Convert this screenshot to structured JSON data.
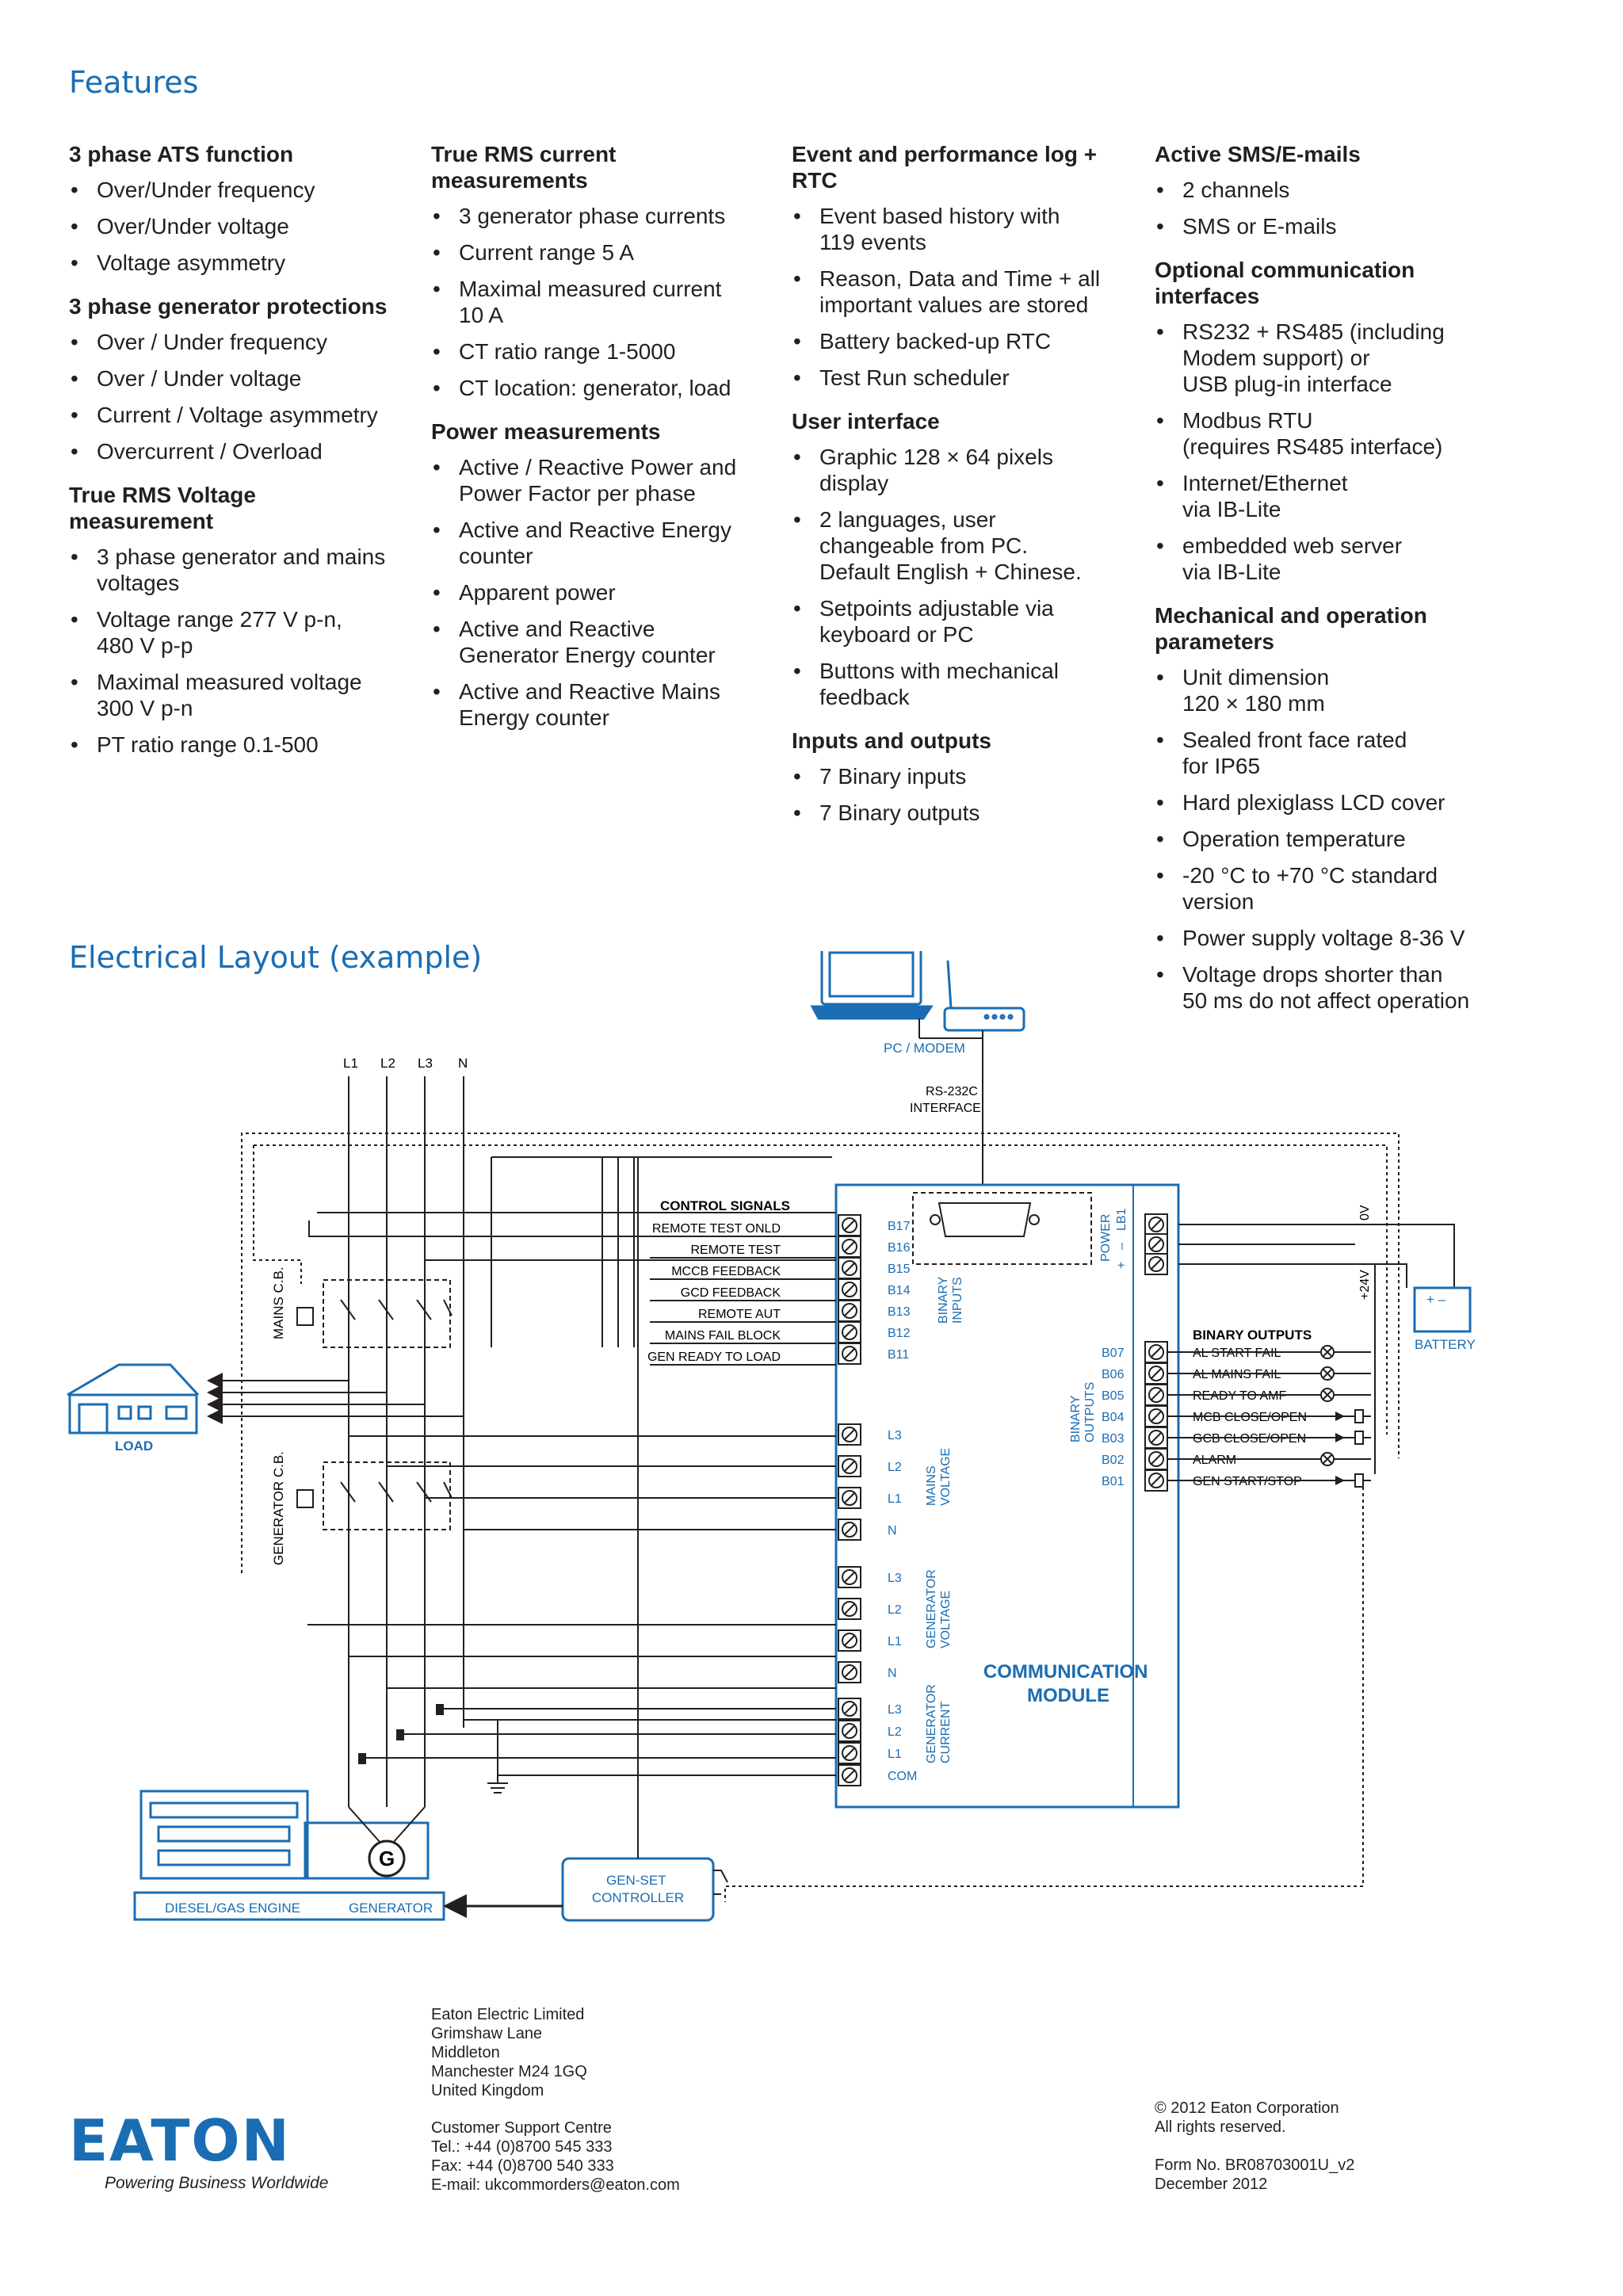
{
  "features_title": "Features",
  "columns": [
    [
      {
        "title": "3 phase ATS function",
        "items": [
          "Over/Under frequency",
          "Over/Under voltage",
          "Voltage asymmetry"
        ]
      },
      {
        "title": "3 phase generator protections",
        "items": [
          "Over / Under frequency",
          "Over / Under voltage",
          "Current / Voltage asymmetry",
          "Overcurrent / Overload"
        ]
      },
      {
        "title": "True RMS Voltage\nmeasurement",
        "items": [
          "3 phase generator and mains\nvoltages",
          "Voltage range 277 V p-n,\n480 V p-p",
          "Maximal measured voltage\n300 V p-n",
          "PT ratio range 0.1-500"
        ]
      }
    ],
    [
      {
        "title": "True RMS current\nmeasurements",
        "items": [
          "3 generator phase currents",
          "Current range 5 A",
          "Maximal measured current\n10 A",
          "CT ratio range 1-5000",
          "CT location: generator, load"
        ]
      },
      {
        "title": "Power measurements",
        "items": [
          "Active / Reactive Power and\nPower Factor per phase",
          "Active and Reactive Energy\ncounter",
          "Apparent power",
          "Active and Reactive\nGenerator Energy counter",
          "Active and Reactive Mains\nEnergy counter"
        ]
      }
    ],
    [
      {
        "title": "Event and performance log +\nRTC",
        "items": [
          "Event based history with\n119 events",
          "Reason, Data and Time + all\nimportant values are stored",
          "Battery backed-up RTC",
          "Test Run scheduler"
        ]
      },
      {
        "title": "User interface",
        "items": [
          "Graphic 128 × 64 pixels\ndisplay",
          "2 languages, user\nchangeable from PC.\nDefault English + Chinese.",
          "Setpoints adjustable via\nkeyboard or PC",
          "Buttons with mechanical\nfeedback"
        ]
      },
      {
        "title": "Inputs and outputs",
        "items": [
          "7 Binary inputs",
          "7 Binary outputs"
        ]
      }
    ],
    [
      {
        "title": "Active SMS/E-mails",
        "items": [
          "2 channels",
          "SMS or E-mails"
        ]
      },
      {
        "title": "Optional communication\ninterfaces",
        "items": [
          "RS232 + RS485 (including\nModem support) or\nUSB plug-in interface",
          "Modbus RTU\n(requires RS485 interface)",
          "Internet/Ethernet\nvia IB-Lite",
          "embedded web server\nvia IB-Lite"
        ]
      },
      {
        "title": "Mechanical and operation\nparameters",
        "items": [
          "Unit dimension\n120 × 180 mm",
          "Sealed front face rated\nfor IP65",
          "Hard plexiglass LCD cover",
          "Operation temperature",
          "-20 °C to +70 °C standard\nversion",
          "Power supply voltage 8-36 V",
          "Voltage drops shorter than\n50 ms do not affect operation"
        ]
      }
    ]
  ],
  "layout_title": "Electrical Layout (example)",
  "diagram": {
    "pc_modem": "PC / MODEM",
    "rs232_line1": "RS-232C",
    "rs232_line2": "INTERFACE",
    "phases": [
      "L1",
      "L2",
      "L3",
      "N"
    ],
    "control_signals_title": "CONTROL SIGNALS",
    "control_signals": [
      "REMOTE TEST ONLD",
      "REMOTE TEST",
      "MCCB FEEDBACK",
      "GCD FEEDBACK",
      "REMOTE AUT",
      "MAINS FAIL BLOCK",
      "GEN READY TO LOAD"
    ],
    "input_terminals": [
      "B17",
      "B16",
      "B15",
      "B14",
      "B13",
      "B12",
      "B11"
    ],
    "binary_inputs_label": "BINARY INPUTS",
    "power_label": "POWER",
    "power_terminals": [
      "LB1",
      "–",
      "+"
    ],
    "zero_v": "0V",
    "plus24v": "+24V",
    "battery": "BATTERY",
    "battery_terminals": "+ –",
    "binary_outputs_title": "BINARY OUTPUTS",
    "binary_outputs_label": "BINARY OUTPUTS",
    "output_terminals": [
      "B07",
      "B06",
      "B05",
      "B04",
      "B03",
      "B02",
      "B01"
    ],
    "output_signals": [
      "AL START FAIL",
      "AL MAINS FAIL",
      "READY TO AMF",
      "MCB CLOSE/OPEN",
      "GCB CLOSE/OPEN",
      "ALARM",
      "GEN START/STOP"
    ],
    "mains_voltage_terminals": [
      "L3",
      "L2",
      "L1",
      "N"
    ],
    "mains_voltage_label": "MAINS VOLTAGE",
    "generator_voltage_terminals": [
      "L3",
      "L2",
      "L1",
      "N"
    ],
    "generator_voltage_label": "GENERATOR VOLTAGE",
    "generator_current_terminals": [
      "L3",
      "L2",
      "L1",
      "COM"
    ],
    "generator_current_label": "GENERATOR CURRENT",
    "communication_module": "COMMUNICATION\nMODULE",
    "mains_cb": "MAINS C.B.",
    "generator_cb": "GENERATOR C.B.",
    "load": "LOAD",
    "generator_symbol": "G",
    "engine": "DIESEL/GAS ENGINE",
    "generator": "GENERATOR",
    "genset_controller": "GEN-SET\nCONTROLLER"
  },
  "footer": {
    "address": "Eaton Electric Limited\nGrimshaw Lane\nMiddleton\nManchester M24 1GQ\nUnited Kingdom",
    "support": "Customer Support Centre\nTel.: +44 (0)8700 545 333\nFax: +44 (0)8700 540 333\nE-mail: ukcommorders@eaton.com",
    "copyright": "© 2012 Eaton Corporation\nAll rights reserved.",
    "form": "Form No. BR08703001U_v2\nDecember 2012",
    "logo": "EATON",
    "tagline": "Powering Business Worldwide"
  },
  "colors": {
    "brand": "#1a6db3",
    "text": "#231f20"
  }
}
